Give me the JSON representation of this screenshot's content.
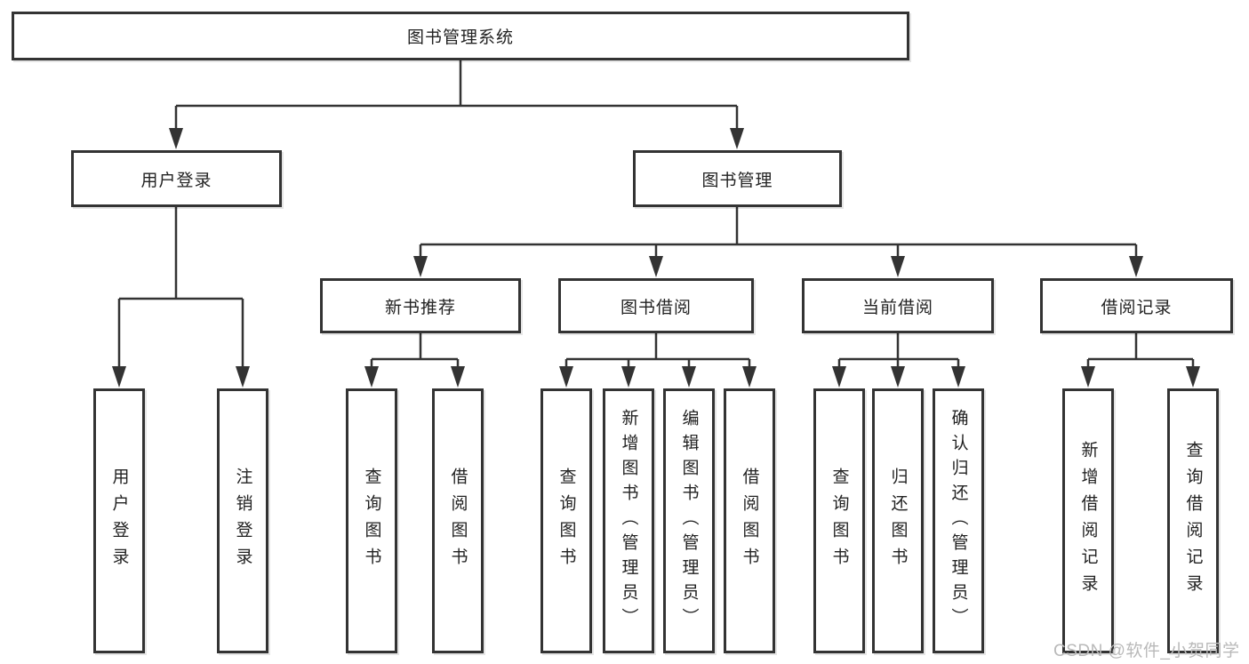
{
  "system": {
    "label": "图书管理系统"
  },
  "modules": [
    {
      "label": "用户登录",
      "features": [
        {
          "label": "用户登录"
        },
        {
          "label": "注销登录"
        }
      ]
    },
    {
      "label": "图书管理",
      "submodules": [
        {
          "label": "新书推荐",
          "features": [
            {
              "label": "查询图书"
            },
            {
              "label": "借阅图书"
            }
          ]
        },
        {
          "label": "图书借阅",
          "features": [
            {
              "label": "查询图书"
            },
            {
              "label": "新增图书（管理员）"
            },
            {
              "label": "编辑图书（管理员）"
            },
            {
              "label": "借阅图书"
            }
          ]
        },
        {
          "label": "当前借阅",
          "features": [
            {
              "label": "查询图书"
            },
            {
              "label": "归还图书"
            },
            {
              "label": "确认归还（管理员）"
            }
          ]
        },
        {
          "label": "借阅记录",
          "features": [
            {
              "label": "新增借阅记录"
            },
            {
              "label": "查询借阅记录"
            }
          ]
        }
      ]
    }
  ],
  "watermark": {
    "text": "CSDN @软件_小贺同学"
  },
  "colors": {
    "line": "#333333",
    "text": "#222222",
    "watermark": "#b9b9b9",
    "background": "#ffffff"
  }
}
